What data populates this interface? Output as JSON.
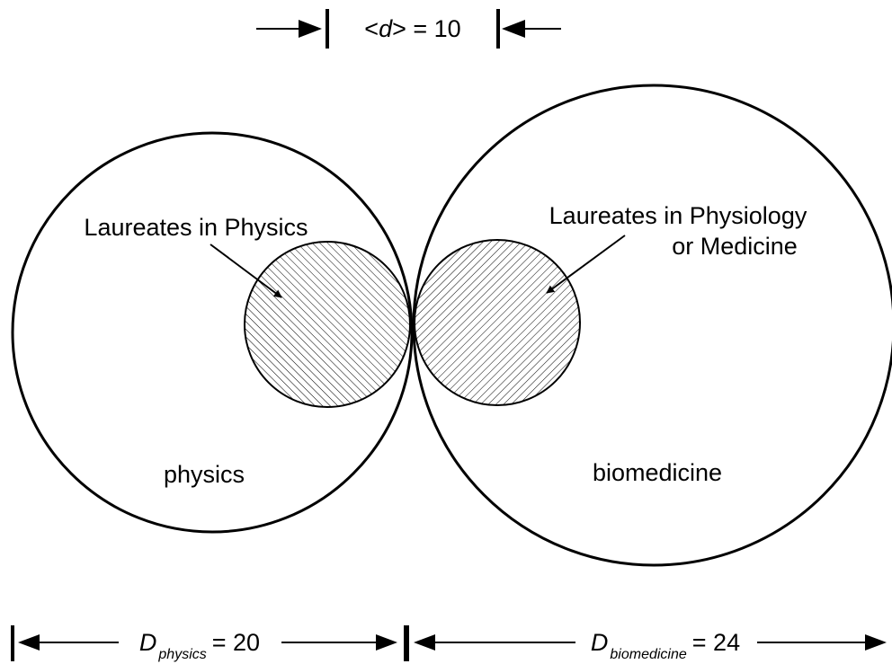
{
  "colors": {
    "stroke": "#000000",
    "background": "#ffffff"
  },
  "top_annotation": {
    "lt": "<",
    "d": "d",
    "rest": "> = 10"
  },
  "circles": {
    "physics_label": "physics",
    "biomedicine_label": "biomedicine"
  },
  "callouts": {
    "physics_laureates": "Laureates in Physics",
    "medicine_laureates_line1": "Laureates in Physiology",
    "medicine_laureates_line2": "or Medicine"
  },
  "dimensions": {
    "physics": {
      "symbol": "D",
      "subscript": "physics",
      "value": "= 20"
    },
    "biomedicine": {
      "symbol": "D",
      "subscript": "biomedicine",
      "value": "= 24"
    }
  }
}
